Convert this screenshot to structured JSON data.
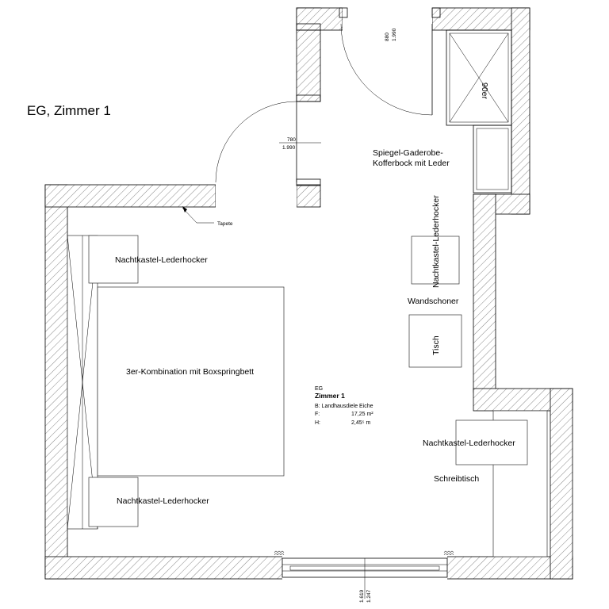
{
  "plan_title": "EG, Zimmer 1",
  "room_info": {
    "floor": "EG",
    "room": "Zimmer 1",
    "floor_covering": "B: Landhausdiele Eiche",
    "area_label": "F:",
    "area_value": "17,25 m²",
    "height_label": "H:",
    "height_value": "2,45⁵ m"
  },
  "dimensions": {
    "door_top_width": "880",
    "door_top_height": "1.990",
    "door_left_width": "780",
    "door_left_height": "1.990",
    "window_width": "1.619",
    "window_height": "1.247"
  },
  "labels": {
    "shower": "90er",
    "wardrobe_line1": "Spiegel-Gaderobe-",
    "wardrobe_line2": "Kofferbock mit Leder",
    "wall_note": "Tapete",
    "stool_right_vertical": "Nachtkastel-Lederhocker",
    "wall_protector": "Wandschoner",
    "table": "Tisch",
    "stool_top_left": "Nachtkastel-Lederhocker",
    "bed": "3er-Kombination mit Boxspringbett",
    "stool_bottom_left": "Nachtkastel-Lederhocker",
    "stool_desk": "Nachtkastel-Lederhocker",
    "desk": "Schreibtisch"
  }
}
